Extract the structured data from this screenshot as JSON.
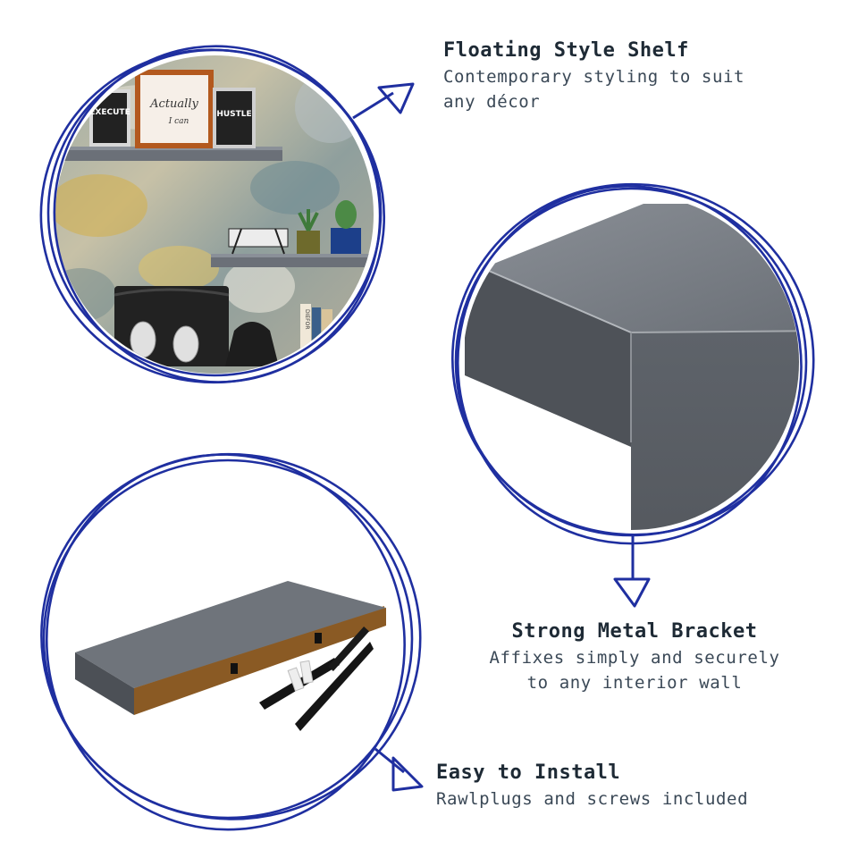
{
  "features": [
    {
      "title": "Floating Style Shelf",
      "desc_lines": [
        "Contemporary styling to suit",
        "any décor"
      ]
    },
    {
      "title": "Strong Metal Bracket",
      "desc_lines": [
        "Affixes simply and securely",
        "to any interior wall"
      ]
    },
    {
      "title": "Easy to Install",
      "desc_lines": [
        "Rawlplugs and screws included"
      ]
    }
  ],
  "photo_text": {
    "frame_left": "EXECUTE",
    "frame_center": [
      "Actually",
      "I can"
    ],
    "frame_right": "HUSTLE",
    "book_spine": "DIEFOR"
  },
  "colors": {
    "accent": "#1f2fa0",
    "shelf_gray": "#6b7078",
    "text_dark": "#1e2a35"
  },
  "icons": [
    "arrow-head-icon"
  ]
}
